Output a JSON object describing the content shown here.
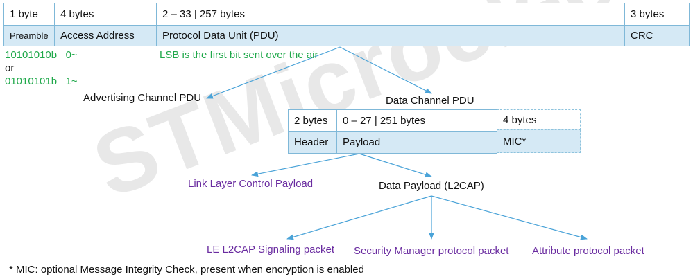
{
  "watermark": "STMicroelectronics",
  "packet": {
    "sizes": [
      "1 byte",
      "4 bytes",
      "2 – 33 | 257 bytes",
      "3 bytes"
    ],
    "fields": [
      "Preamble",
      "Access Address",
      "Protocol Data Unit (PDU)",
      "CRC"
    ]
  },
  "preamble_values": {
    "line1": "10101010b   0~",
    "or": "or",
    "line2": "01010101b   1~"
  },
  "lsb_note": "LSB is the first bit sent over the air",
  "advertising_pdu": "Advertising Channel PDU",
  "data_pdu": {
    "title": "Data Channel PDU",
    "sizes": [
      "2 bytes",
      "0 – 27 | 251 bytes",
      "4 bytes"
    ],
    "fields": [
      "Header",
      "Payload",
      "MIC*"
    ]
  },
  "payload_types": {
    "llcp": "Link Layer Control Payload",
    "l2cap": "Data Payload (L2CAP)"
  },
  "l2cap_types": [
    "LE L2CAP Signaling packet",
    "Security Manager protocol packet",
    "Attribute protocol packet"
  ],
  "footnote": "* MIC: optional Message Integrity Check, present when encryption is enabled",
  "colors": {
    "green": "#1fa84a",
    "purple": "#6a2ca0",
    "cell_fill": "#d5e9f5",
    "cell_border": "#7fb8d8",
    "arrow": "#4aa3d8"
  }
}
